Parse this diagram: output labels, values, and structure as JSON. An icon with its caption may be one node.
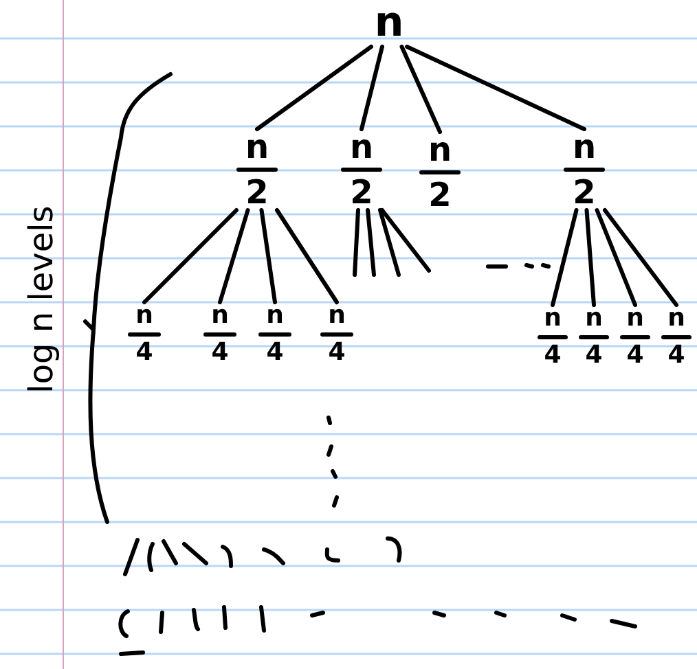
{
  "diagram": {
    "nodes": [
      {
        "text": [
          "n"
        ]
      },
      {
        "text": [
          "n",
          "2"
        ]
      },
      {
        "text": [
          "n",
          "2"
        ]
      },
      {
        "text": [
          "n",
          "2"
        ]
      },
      {
        "text": [
          "n",
          "2"
        ]
      },
      {
        "text": [
          "n",
          "4"
        ]
      },
      {
        "text": [
          "n",
          "4"
        ]
      },
      {
        "text": [
          "n",
          "4"
        ]
      },
      {
        "text": [
          "n",
          "4"
        ]
      },
      {
        "text": [
          "n",
          "4"
        ]
      },
      {
        "text": [
          "n",
          "4"
        ]
      },
      {
        "text": [
          "n",
          "4"
        ]
      },
      {
        "text": [
          "n",
          "4"
        ]
      }
    ],
    "edges": [
      {
        "from": 0,
        "to": 1,
        "arrow": "none"
      },
      {
        "from": 0,
        "to": 2,
        "arrow": "none"
      },
      {
        "from": 0,
        "to": 3,
        "arrow": "none"
      },
      {
        "from": 0,
        "to": 4,
        "arrow": "none"
      },
      {
        "from": 1,
        "to": 5,
        "arrow": "none"
      },
      {
        "from": 1,
        "to": 6,
        "arrow": "none"
      },
      {
        "from": 1,
        "to": 7,
        "arrow": "none"
      },
      {
        "from": 1,
        "to": 8,
        "arrow": "none"
      },
      {
        "from": 2,
        "to": null,
        "arrow": "none"
      },
      {
        "from": 2,
        "to": null,
        "arrow": "none"
      },
      {
        "from": 2,
        "to": null,
        "arrow": "none"
      },
      {
        "from": 2,
        "to": null,
        "arrow": "none"
      },
      {
        "from": 4,
        "to": 9,
        "arrow": "none"
      },
      {
        "from": 4,
        "to": 10,
        "arrow": "none"
      },
      {
        "from": 4,
        "to": 11,
        "arrow": "none"
      },
      {
        "from": 4,
        "to": 12,
        "arrow": "none"
      }
    ],
    "labels": [
      "log n levels"
    ]
  }
}
